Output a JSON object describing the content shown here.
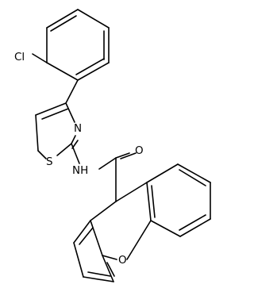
{
  "molecule": {
    "atom_labels": {
      "chlorine": "Cl",
      "thiazole_sulfur": "S",
      "thiazole_nitrogen": "N",
      "amide_nh": "NH",
      "carbonyl_oxygen": "O",
      "xanthene_oxygen": "O"
    }
  }
}
